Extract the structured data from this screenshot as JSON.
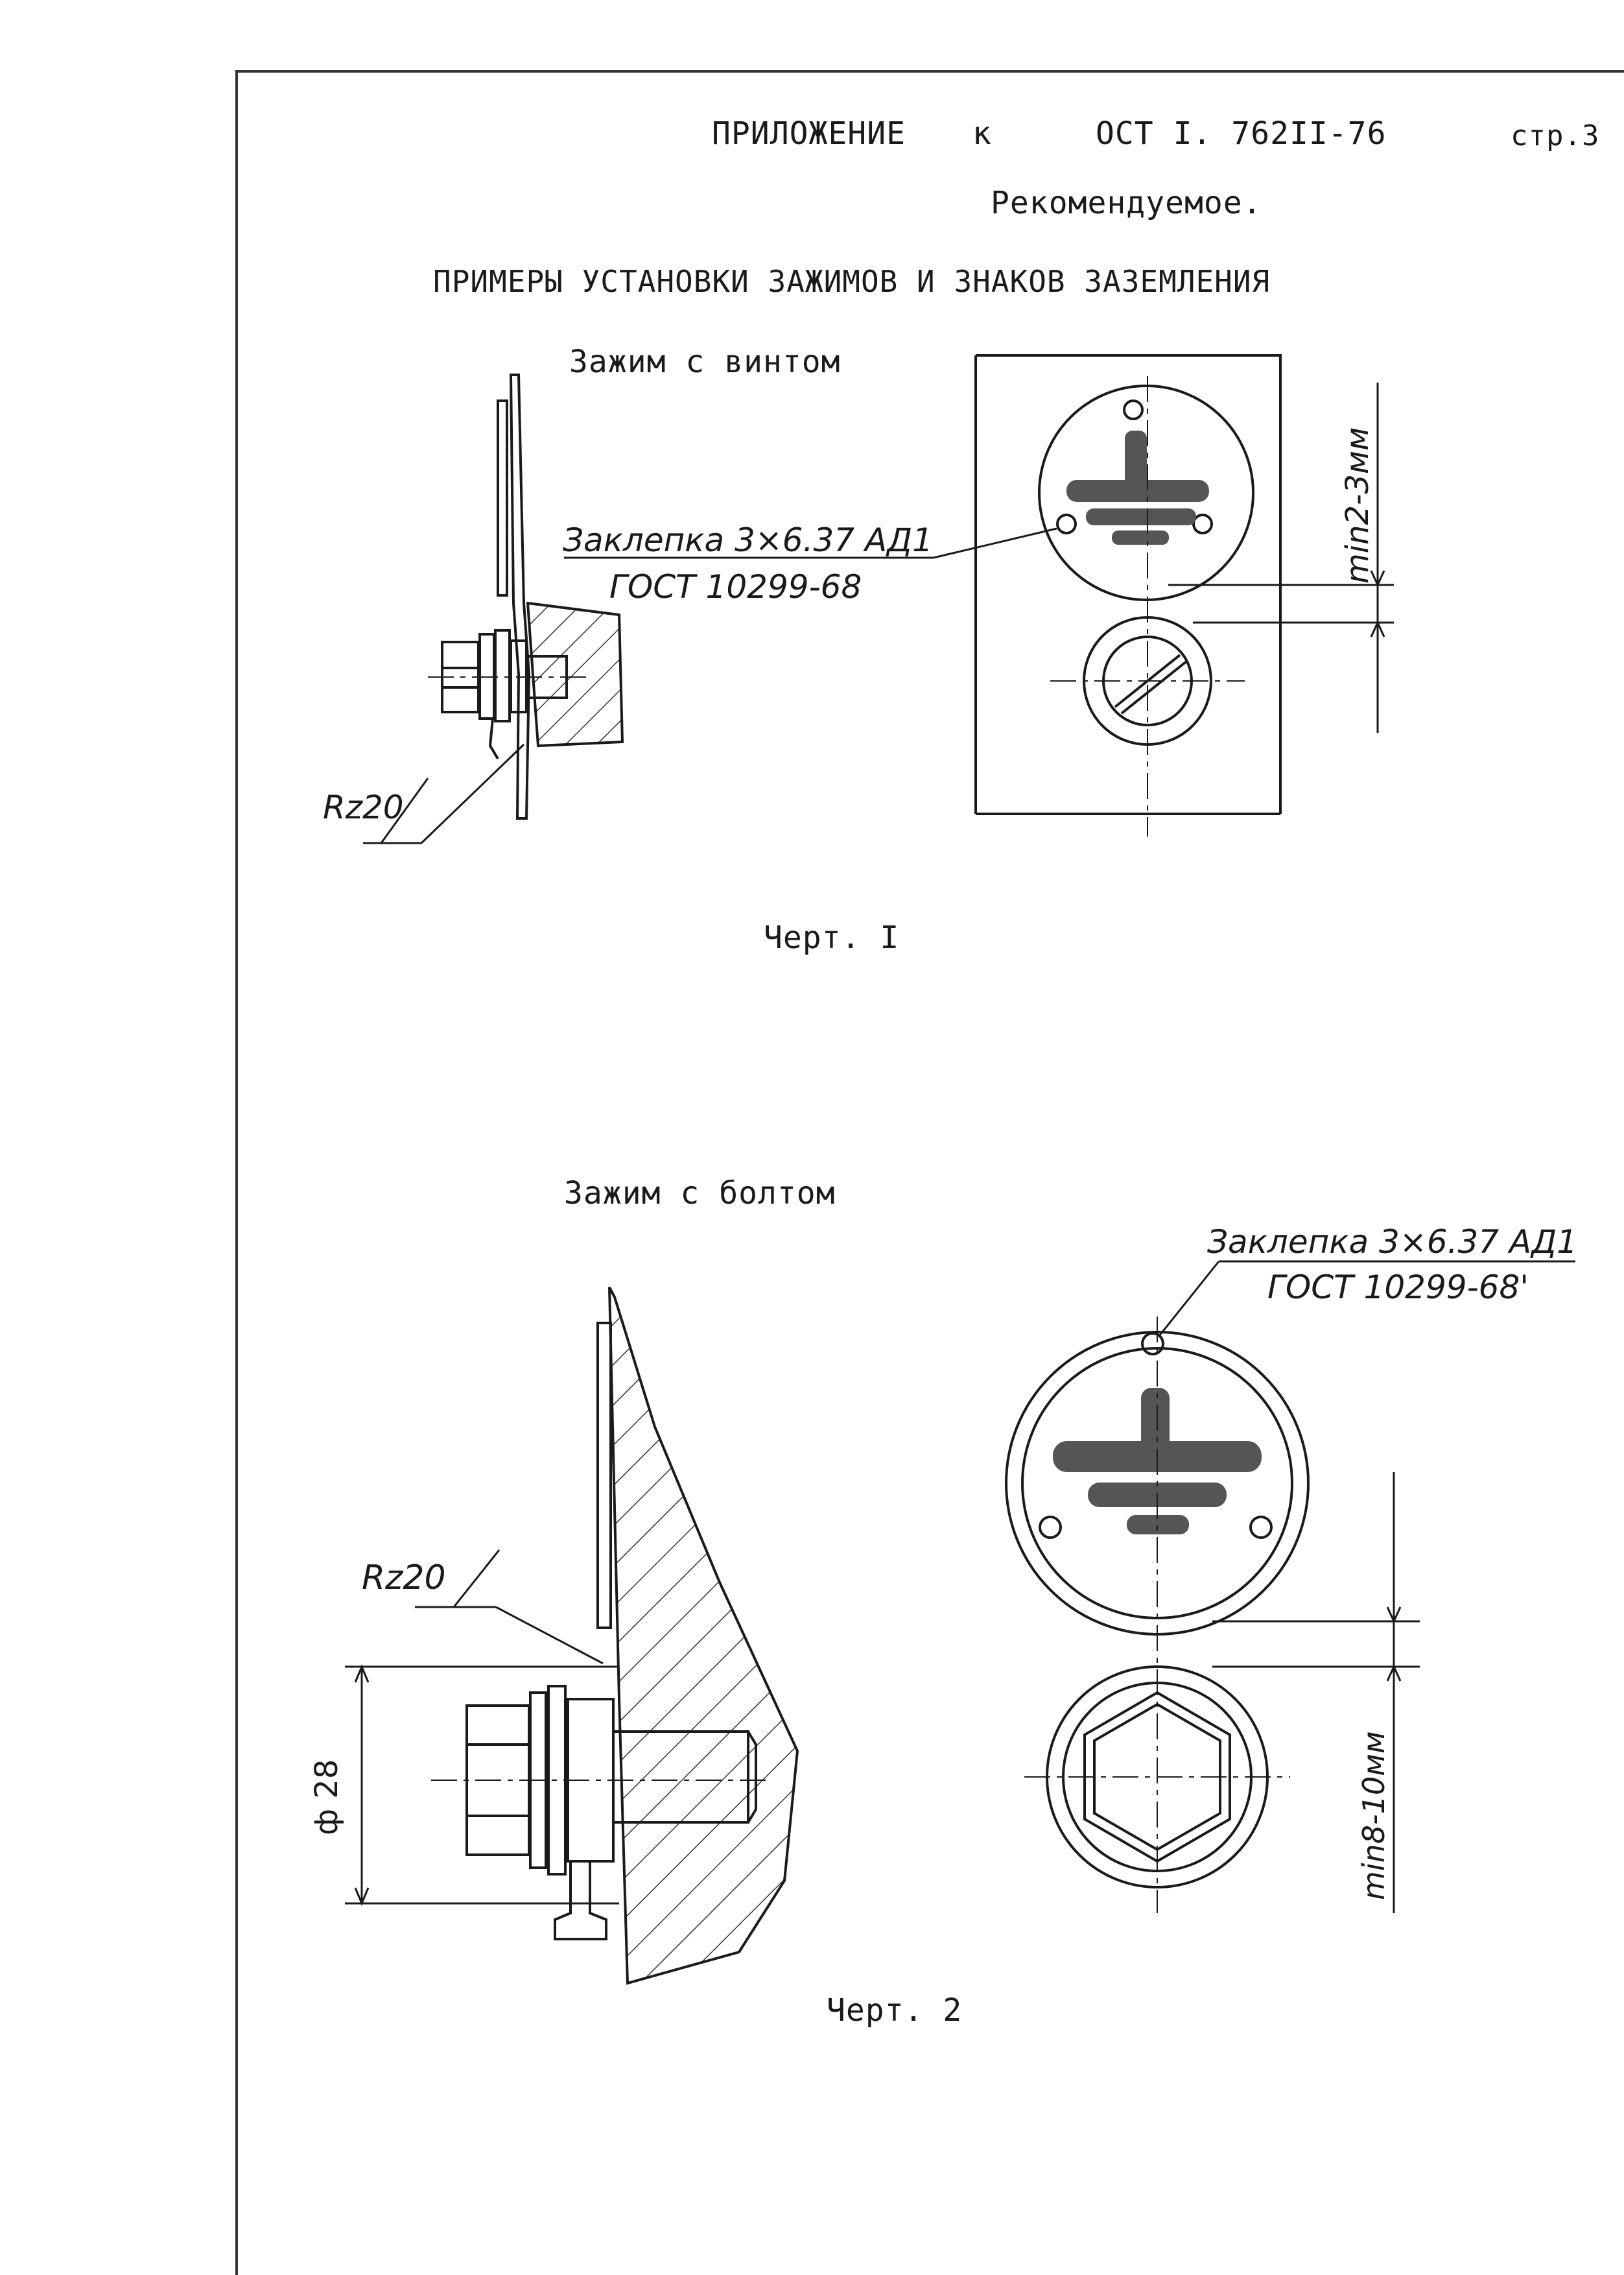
{
  "header": {
    "appendix": "ПРИЛОЖЕНИЕ",
    "to": "к",
    "standard": "ОСТ I. 762II-76",
    "page": "стр.3",
    "recommended": "Рекомендуемое."
  },
  "title": "ПРИМЕРЫ УСТАНОВКИ ЗАЖИМОВ И ЗНАКОВ ЗАЗЕМЛЕНИЯ",
  "figure1": {
    "caption": "Зажим с винтом",
    "rivet_line1": "Заклепка 3×6.37 АД1",
    "rivet_line2": "ГОСТ 10299-68",
    "dimension": "min2-3мм",
    "roughness": "Rz20",
    "label": "Черт. I"
  },
  "figure2": {
    "caption": "Зажим  с  болтом",
    "rivet_line1": "Заклепка 3×6.37 АД1",
    "rivet_line2": "ГОСТ 10299-68'",
    "dimension": "min8-10мм",
    "diameter": "ф 28",
    "roughness": "Rz20",
    "label": "Черт. 2"
  }
}
